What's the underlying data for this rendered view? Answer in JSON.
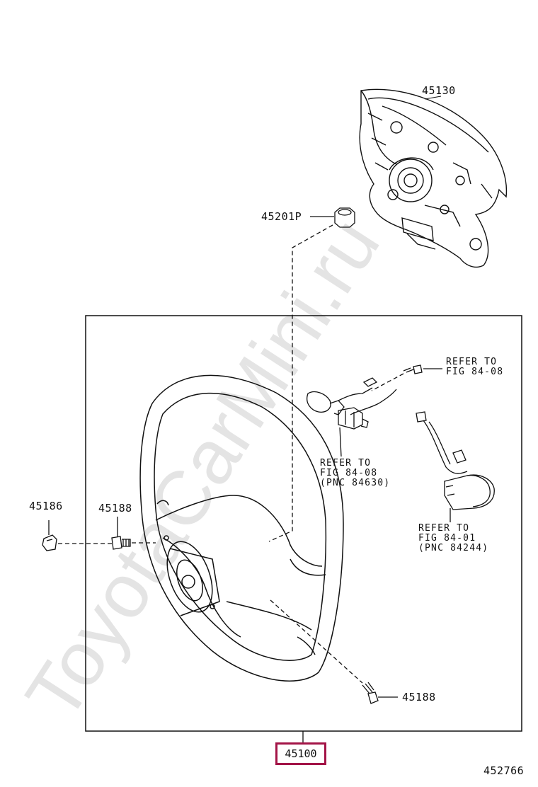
{
  "labels": {
    "pad": "45130",
    "nut": "45201P",
    "clip": "45186",
    "bolt_left": "45188",
    "bolt_bottom": "45188",
    "assembly": "45100",
    "figure_number": "452766"
  },
  "refs": {
    "screw": [
      "REFER TO",
      "FIG 84-08"
    ],
    "switch": [
      "REFER TO",
      "FIG 84-08",
      "(PNC 84630)"
    ],
    "sensor": [
      "REFER TO",
      "FIG 84-01",
      "(PNC 84244)"
    ]
  },
  "watermark": "ToyotaCarMini.ru",
  "colors": {
    "line": "#111111",
    "highlight": "#a31447",
    "watermark": "#e6e6e6"
  }
}
